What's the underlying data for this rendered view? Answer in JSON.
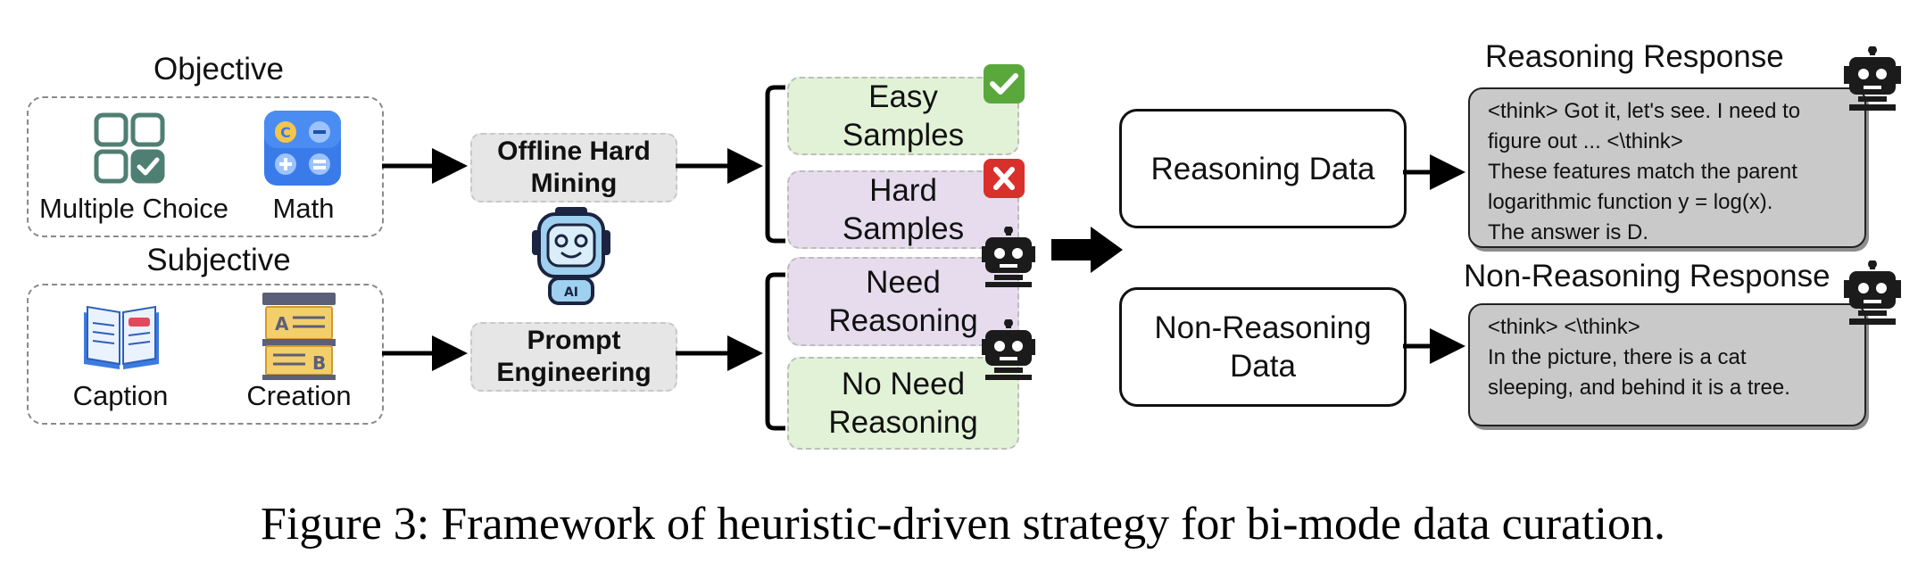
{
  "left": {
    "objective_title": "Objective",
    "subjective_title": "Subjective",
    "objective_items": [
      {
        "label": "Multiple Choice",
        "icon": "multiple-choice-icon"
      },
      {
        "label": "Math",
        "icon": "math-calculator-icon"
      }
    ],
    "subjective_items": [
      {
        "label": "Caption",
        "icon": "open-book-icon"
      },
      {
        "label": "Creation",
        "icon": "document-stack-icon"
      }
    ]
  },
  "processes": {
    "offline_line1": "Offline Hard",
    "offline_line2": "Mining",
    "prompt_line1": "Prompt",
    "prompt_line2": "Engineering",
    "robot_badge": "AI"
  },
  "samples": {
    "easy_line1": "Easy",
    "easy_line2": "Samples",
    "hard_line1": "Hard",
    "hard_line2": "Samples",
    "need_line1": "Need",
    "need_line2": "Reasoning",
    "noneed_line1": "No Need",
    "noneed_line2": "Reasoning"
  },
  "data_boxes": {
    "reasoning": "Reasoning Data",
    "nonreasoning_line1": "Non-Reasoning",
    "nonreasoning_line2": "Data"
  },
  "responses": {
    "reasoning_title": "Reasoning Response",
    "reasoning_lines": [
      "<think> Got it, let's see. I need to",
      "figure out ... <\\think>",
      "These features match the parent",
      "logarithmic function y = log(x).",
      "The answer is D."
    ],
    "nonreasoning_title": "Non-Reasoning Response",
    "nonreasoning_lines": [
      "<think>  <\\think>",
      "In the picture, there is a cat",
      "sleeping, and behind it is a tree."
    ]
  },
  "caption": "Figure 3: Framework of heuristic-driven strategy for bi-mode data curation.",
  "colors": {
    "green_sample": "#e2f2d6",
    "purple_sample": "#e6dcee",
    "check_green": "#5aa83c",
    "cross_red": "#d9302b",
    "robot_blue": "#9fd0ef",
    "response_gray": "#c9c9c9"
  }
}
